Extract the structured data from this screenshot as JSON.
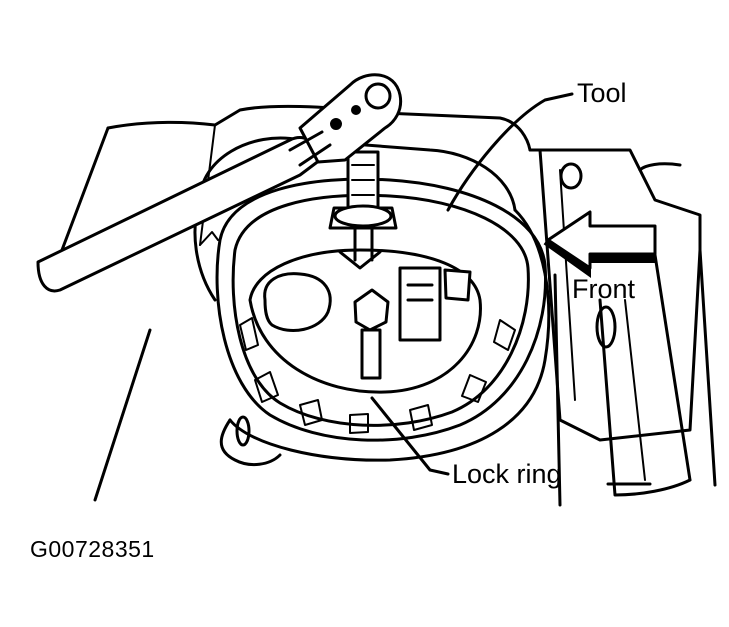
{
  "labels": {
    "tool": "Tool",
    "front": "Front",
    "lock_ring": "Lock ring",
    "figure_code": "G00728351"
  },
  "colors": {
    "ink": "#000000",
    "background": "#ffffff"
  }
}
